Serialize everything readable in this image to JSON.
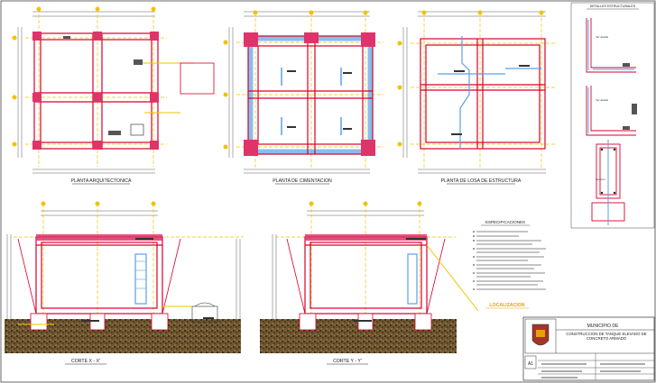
{
  "drawing": {
    "views": {
      "architectural_plan": "PLANTA ARQUITECTONICA",
      "foundation_plan": "PLANTA DE CIMENTACION",
      "slab_plan": "PLANTA DE LOSA DE ESTRUCTURA",
      "section_x": "CORTE X - X'",
      "section_y": "CORTE Y - Y'",
      "details": "DETALLES ESTRUCTURALES"
    },
    "specifications_title": "ESPECIFICACIONES",
    "location_label": "LOCALIZACION",
    "title_block": {
      "municipality": "MUNICIPIO DE",
      "project": "CONSTRUCCION DE TANQUE ELEVADO DE CONCRETO ARMADO",
      "sheet": "A1"
    }
  },
  "colors": {
    "grid": "#f2c200",
    "beam": "#d7002a",
    "column": "#e0336a",
    "hatch": "#8a6a3a",
    "water": "#5aa0e6",
    "title": "#e8a000",
    "ink": "#222222"
  }
}
